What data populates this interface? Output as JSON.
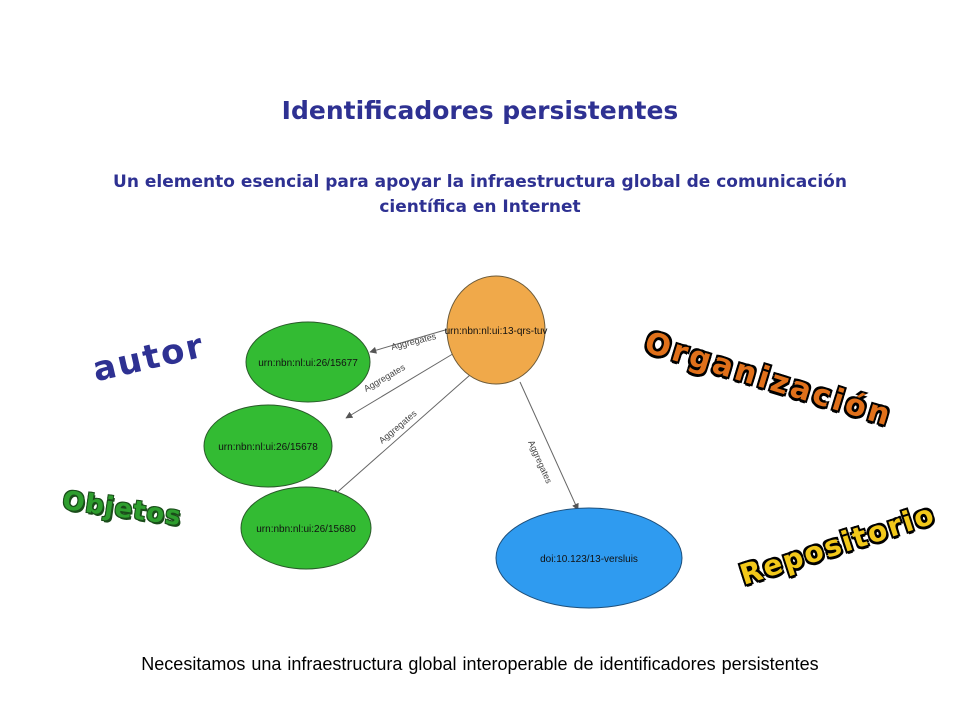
{
  "slide": {
    "title": "Identificadores persistentes",
    "subtitle": "Un elemento esencial para apoyar la infraestructura global de comunicación científica en Internet",
    "footer": "Necesitamos una infraestructura  global interoperable de identificadores persistentes"
  },
  "labels": {
    "autor": "autor",
    "organizacion": "Organización",
    "objetos": "Objetos",
    "repositorio": "Repositorio"
  },
  "diagram": {
    "nodes": {
      "root": "urn:nbn:nl:ui:13-qrs-tuv",
      "child1": "urn:nbn:nl:ui:26/15677",
      "child2": "urn:nbn:nl:ui:26/15678",
      "child3": "urn:nbn:nl:ui:26/15680",
      "doi": "doi:10.123/13-versluis"
    },
    "edges": {
      "e1": "Aggregates",
      "e2": "Aggregates",
      "e3": "Aggregates",
      "e4": "Aggregates"
    }
  },
  "colors": {
    "root": "#f0a94a",
    "child": "#33bb33",
    "doi": "#2f9bf0",
    "title": "#2e3192"
  }
}
